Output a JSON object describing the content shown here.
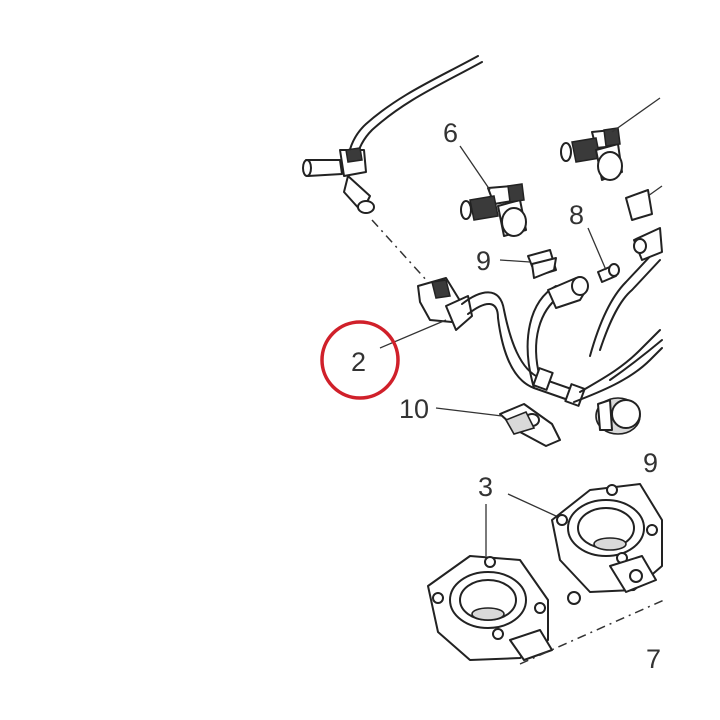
{
  "callouts": {
    "c2": "2",
    "c3": "3",
    "c6": "6",
    "c7": "7",
    "c8": "8",
    "c9a": "9",
    "c9b": "9",
    "c10": "10"
  },
  "colors": {
    "highlight": "#d0202a",
    "line": "#222222",
    "text": "#333333"
  }
}
